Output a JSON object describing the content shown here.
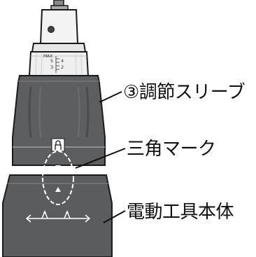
{
  "callouts": {
    "adjust_sleeve": "③調節スリーブ",
    "triangle_mark": "三角マーク",
    "tool_body": "電動工具本体"
  },
  "scale_marks": {
    "max": "MAX",
    "numbers": [
      "5",
      "4",
      "3",
      "2"
    ]
  },
  "colors": {
    "body_dark": "#5b5c5e",
    "body_mid": "#6e6f71",
    "chuck_light": "#ececec",
    "outline": "#1a1a1a",
    "highlight_white": "#ffffff"
  }
}
